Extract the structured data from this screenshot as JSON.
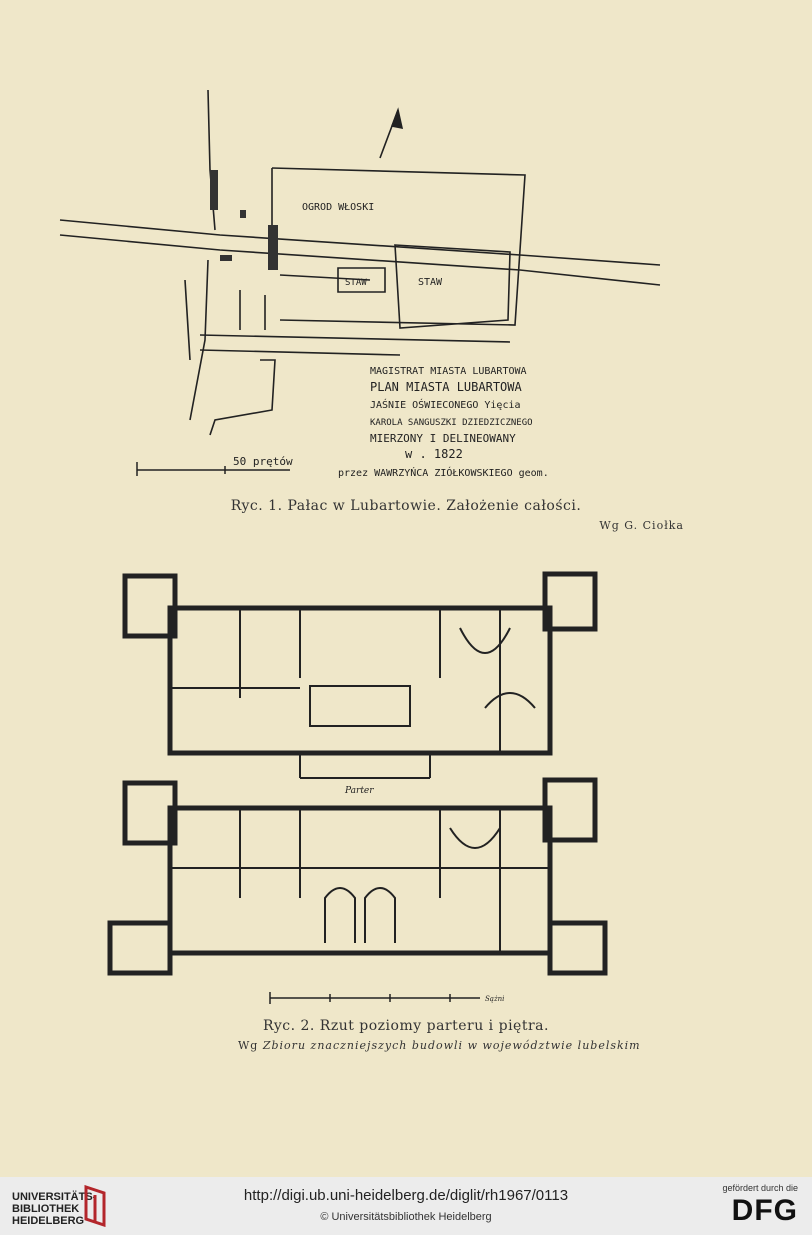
{
  "figure1": {
    "labels": {
      "garden": "OGROD WŁOSKI",
      "pond_small": "STAW",
      "pond_large": "STAW"
    },
    "inscription": [
      "MAGISTRAT MIASTA LUBARTOWA",
      "PLAN MIASTA LUBARTOWA",
      "JAŚNIE OŚWIECONEGO Yięcia",
      "KAROLA SANGUSZKI DZIEDZICZNEGO",
      "MIERZONY I DELINEOWANY",
      "w . 1822",
      "przez WAWRZYŃCA ZIÓŁKOWSKIEGO geom."
    ],
    "scale": "50 prętów",
    "caption": "Ryc. 1. Pałac w Lubartowie. Założenie całości.",
    "credit": "Wg G. Ciołka"
  },
  "figure2": {
    "middle_label": "Parter",
    "scale_label": "Sążni",
    "caption": "Ryc. 2. Rzut poziomy parteru i piętra.",
    "credit_prefix": "Wg",
    "credit_title": "Zbioru znaczniejszych budowli w województwie lubelskim"
  },
  "footer": {
    "institution_line1": "UNIVERSITÄTS-",
    "institution_line2": "BIBLIOTHEK",
    "institution_line3": "HEIDELBERG",
    "url": "http://digi.ub.uni-heidelberg.de/diglit/rh1967/0113",
    "copyright": "© Universitätsbibliothek Heidelberg",
    "funding_note": "gefördert durch die",
    "funder": "DFG"
  }
}
